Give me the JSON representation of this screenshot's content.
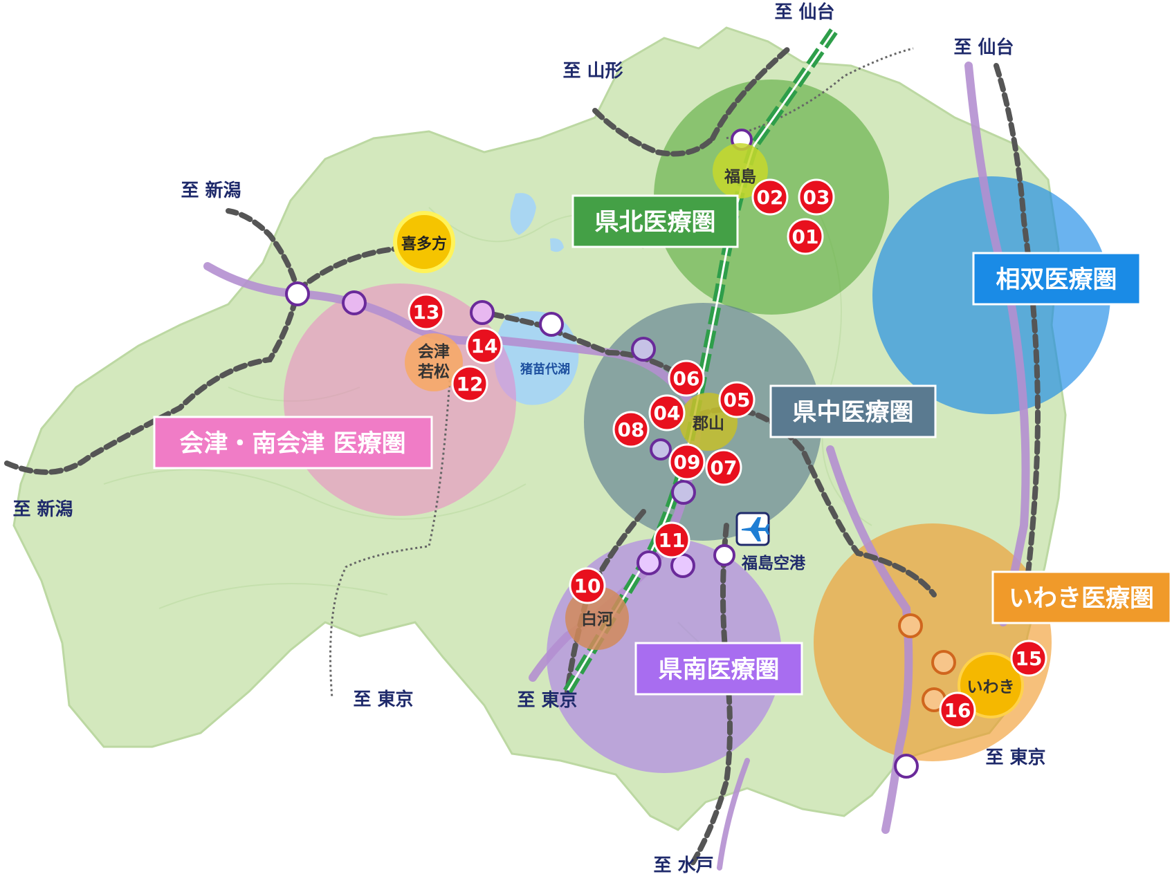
{
  "areas": [
    {
      "key": "kenpoku",
      "label": "県北医療圏",
      "color": "#5aaa3c"
    },
    {
      "key": "soso",
      "label": "相双医療圏",
      "color": "#1a8be6"
    },
    {
      "key": "kenchu",
      "label": "県中医療圏",
      "color": "#5a7a90"
    },
    {
      "key": "aizu",
      "label": "会津・南会津 医療圏",
      "color": "#f07cc6"
    },
    {
      "key": "kennan",
      "label": "県南医療圏",
      "color": "#a86df0"
    },
    {
      "key": "iwaki",
      "label": "いわき医療圏",
      "color": "#f09a2a"
    }
  ],
  "cities": {
    "fukushima": "福島",
    "kitakata": "喜多方",
    "aizuwakamatsu_1": "会津",
    "aizuwakamatsu_2": "若松",
    "koriyama": "郡山",
    "shirakawa": "白河",
    "iwaki": "いわき"
  },
  "lake": "猪苗代湖",
  "airport": {
    "label": "福島空港",
    "icon": "airplane-icon"
  },
  "directions": {
    "sendai_top": "至 仙台",
    "sendai_right": "至 仙台",
    "yamagata": "至 山形",
    "niigata_top": "至 新潟",
    "niigata_left": "至 新潟",
    "tokyo_left": "至 東京",
    "tokyo_mid": "至 東京",
    "tokyo_right": "至 東京",
    "mito": "至 水戸"
  },
  "hospitals": [
    "01",
    "02",
    "03",
    "04",
    "05",
    "06",
    "07",
    "08",
    "09",
    "10",
    "11",
    "12",
    "13",
    "14",
    "15",
    "16"
  ],
  "colors": {
    "land": "#d3e8bd",
    "badge": "#e8101e",
    "shinkansen": "#2e9e4a",
    "expressway": "#b48fd0"
  }
}
